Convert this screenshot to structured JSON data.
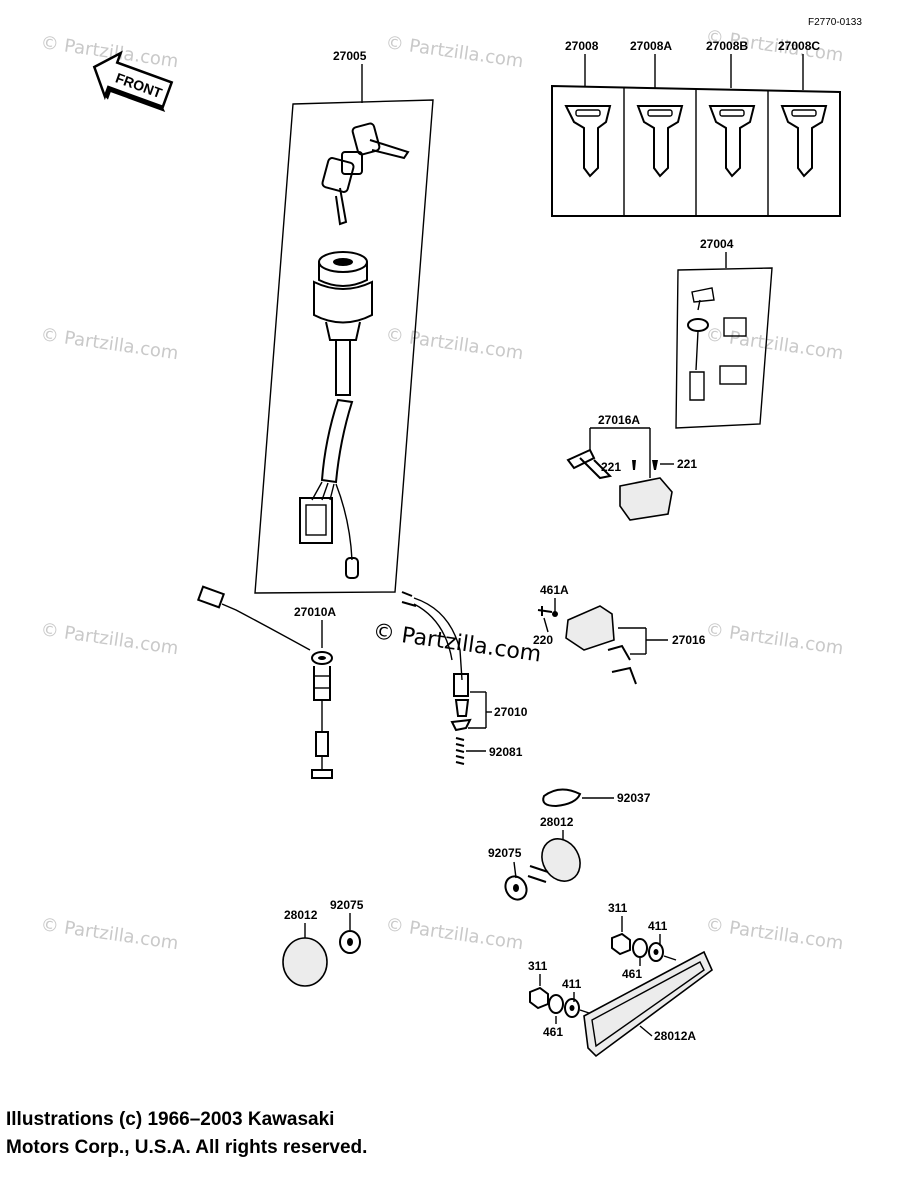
{
  "figure_code": "F2770-0133",
  "front_label": "FRONT",
  "watermark_text": "© Partzilla.com",
  "center_watermark": "© Partzilla.com",
  "labels": {
    "p27005": "27005",
    "p27008": "27008",
    "p27008A": "27008A",
    "p27008B": "27008B",
    "p27008C": "27008C",
    "p27004": "27004",
    "p27016A": "27016A",
    "p221a": "221",
    "p221b": "221",
    "p461A": "461A",
    "p220": "220",
    "p27016": "27016",
    "p27010A": "27010A",
    "p27010": "27010",
    "p92081": "92081",
    "p92037": "92037",
    "p28012a": "28012",
    "p92075a": "92075",
    "p28012b": "28012",
    "p92075b": "92075",
    "p311a": "311",
    "p411a": "411",
    "p461a": "461",
    "p311b": "311",
    "p411b": "411",
    "p461b": "461",
    "p28012A": "28012A"
  },
  "copyright": {
    "line1": "Illustrations (c) 1966–2003 Kawasaki",
    "line2": "Motors Corp., U.S.A.  All rights reserved."
  }
}
